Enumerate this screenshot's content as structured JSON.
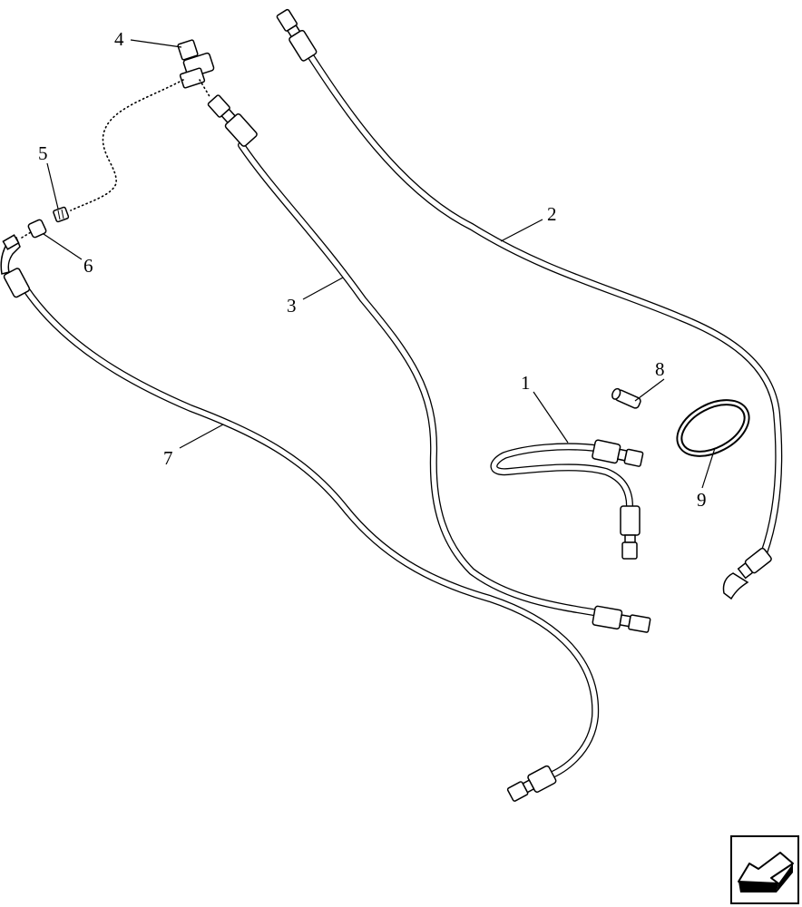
{
  "callouts": [
    {
      "id": "1",
      "text": "1"
    },
    {
      "id": "2",
      "text": "2"
    },
    {
      "id": "3",
      "text": "3"
    },
    {
      "id": "4",
      "text": "4"
    },
    {
      "id": "5",
      "text": "5"
    },
    {
      "id": "6",
      "text": "6"
    },
    {
      "id": "7",
      "text": "7"
    },
    {
      "id": "8",
      "text": "8"
    },
    {
      "id": "9",
      "text": "9"
    }
  ],
  "icons": {
    "nav_arrow": "previous-page-arrow-icon"
  }
}
